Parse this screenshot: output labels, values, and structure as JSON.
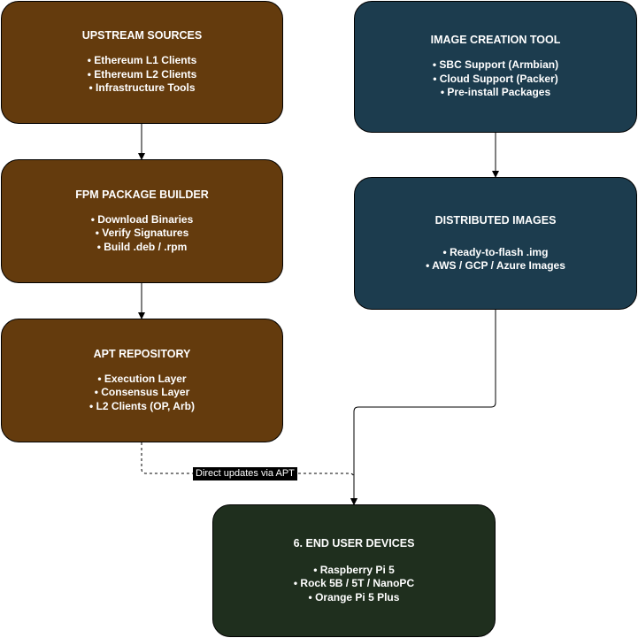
{
  "nodes": {
    "upstream": {
      "title": "UPSTREAM SOURCES",
      "items": [
        "• Ethereum L1 Clients",
        "• Ethereum L2 Clients",
        "• Infrastructure Tools"
      ]
    },
    "fpm": {
      "title": "FPM PACKAGE BUILDER",
      "items": [
        "• Download Binaries",
        "• Verify Signatures",
        "• Build .deb / .rpm"
      ]
    },
    "apt": {
      "title": "APT REPOSITORY",
      "items": [
        "• Execution Layer",
        "• Consensus Layer",
        "• L2 Clients (OP, Arb)"
      ]
    },
    "image_tool": {
      "title": "IMAGE CREATION TOOL",
      "items": [
        "• SBC Support (Armbian)",
        "• Cloud Support (Packer)",
        "• Pre-install Packages"
      ]
    },
    "distributed": {
      "title": "DISTRIBUTED IMAGES",
      "items": [
        "• Ready-to-flash .img",
        "• AWS / GCP / Azure Images"
      ]
    },
    "devices": {
      "title": "6. END USER DEVICES",
      "items": [
        "• Raspberry Pi 5",
        "• Rock 5B / 5T / NanoPC",
        "• Orange Pi 5 Plus"
      ]
    }
  },
  "edges": {
    "apt_to_devices_label": "Direct updates via APT"
  },
  "colors": {
    "brown": "#643b0d",
    "teal": "#1c3c4e",
    "green": "#1f2f1e"
  }
}
